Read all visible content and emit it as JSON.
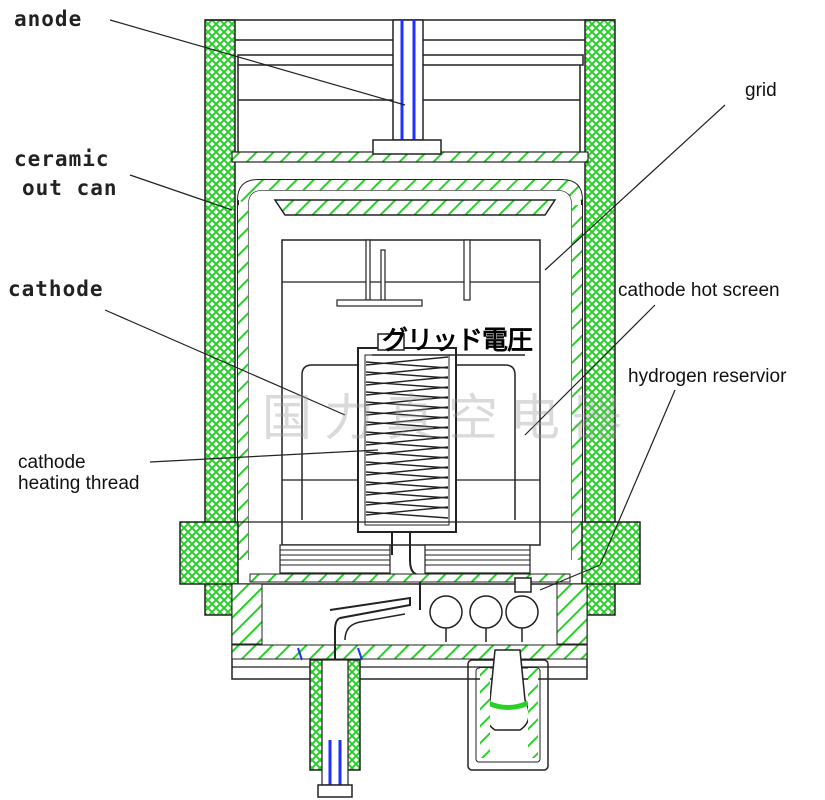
{
  "labels": {
    "anode": "anode",
    "ceramic_line1": "ceramic",
    "ceramic_line2": "out can",
    "cathode": "cathode",
    "heating_line1": "cathode",
    "heating_line2": "heating thread",
    "grid": "grid",
    "hot_screen": "cathode hot screen",
    "hydrogen": "hydrogen reservior",
    "grid_voltage": "グリッド電圧",
    "watermark": "国力真空电器"
  },
  "colors": {
    "hatch": "#27d127",
    "line": "#222222",
    "blue": "#2030ff"
  }
}
